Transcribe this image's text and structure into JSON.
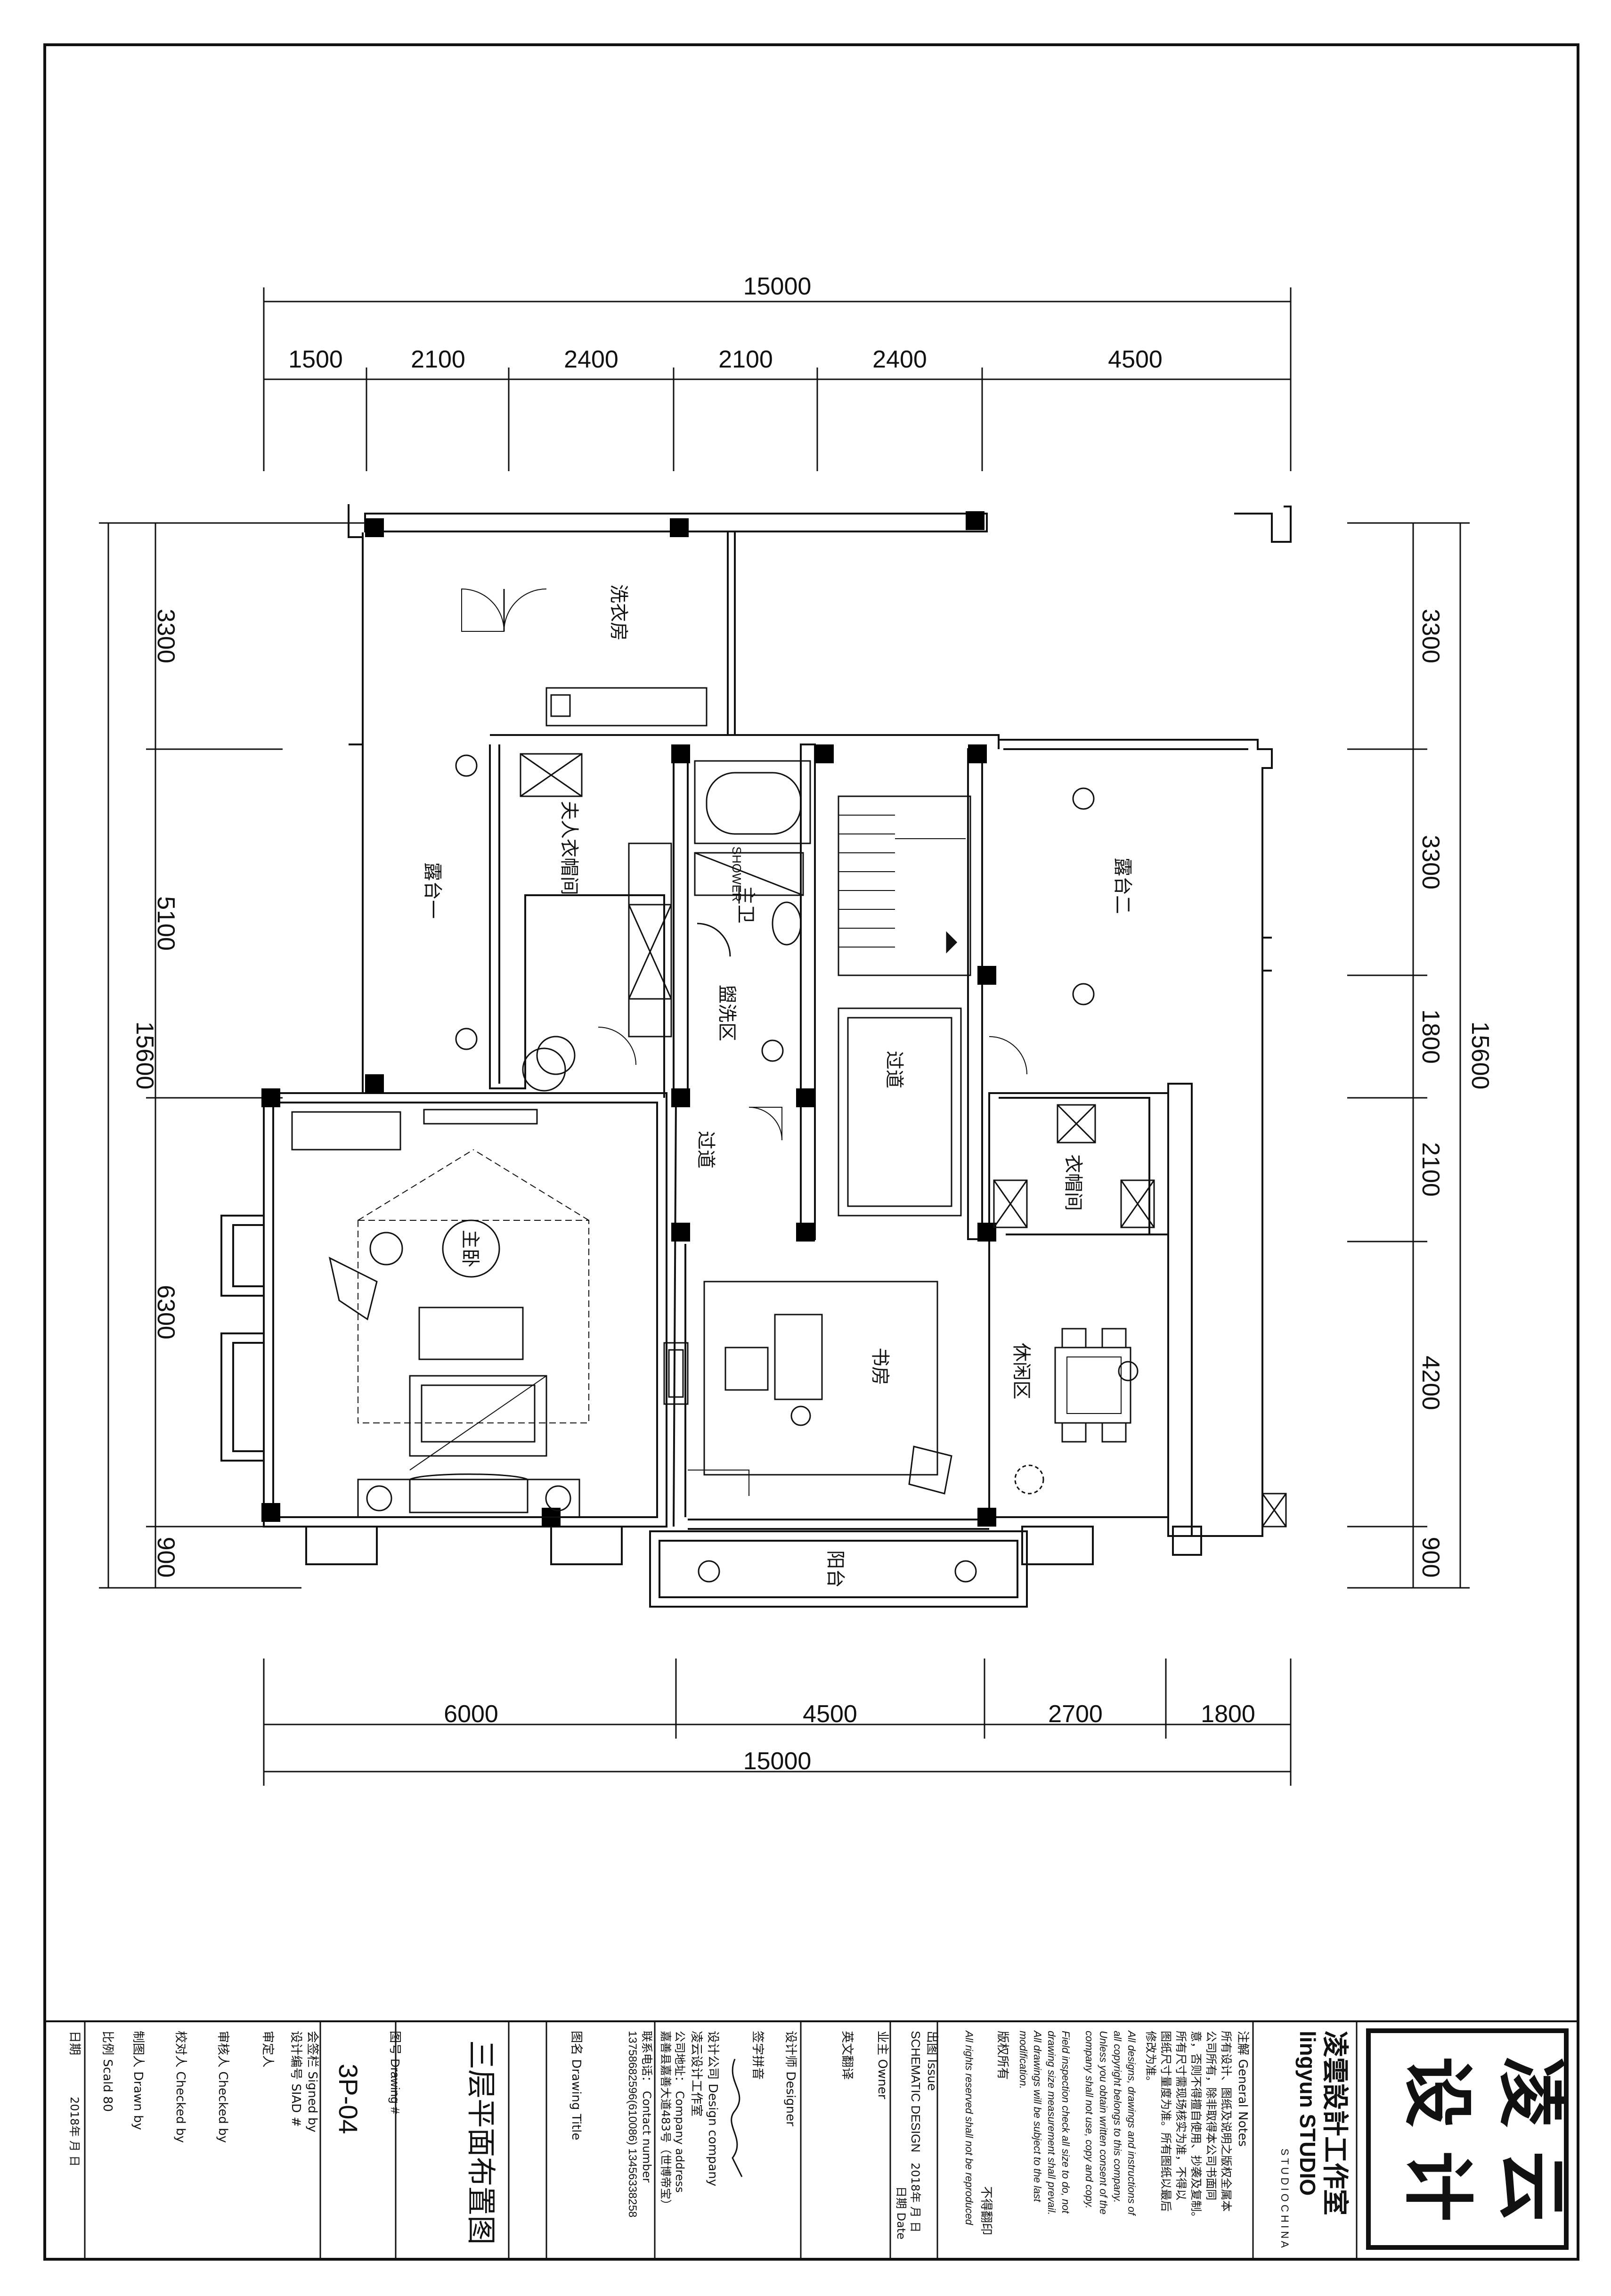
{
  "plan": {
    "dimensions": {
      "top_total": "15000",
      "top_segments": [
        "1500",
        "2100",
        "2400",
        "2100",
        "2400",
        "4500"
      ],
      "bottom_total": "15000",
      "bottom_segments": [
        "6000",
        "4500",
        "2700",
        "1800"
      ],
      "left_total": "15600",
      "left_segments": [
        "3300",
        "5100",
        "6300",
        "900"
      ],
      "right_total": "15600",
      "right_segments": [
        "3300",
        "3300",
        "1800",
        "2100",
        "4200",
        "900"
      ]
    },
    "rooms": {
      "laundry": "洗衣房",
      "terrace_1": "露台一",
      "terrace_2": "露台二",
      "wife_closet": "夫人衣帽间",
      "toilet": "主卫",
      "washroom": "盥洗区",
      "corridor_1": "过道",
      "corridor_2": "过道",
      "master_bedroom": "主卧",
      "study": "书房",
      "dressing": "衣帽间",
      "leisure": "休闲区",
      "balcony": "阳台",
      "shower": "SHOWER"
    }
  },
  "titleblock": {
    "logo_chars": [
      "凌",
      "云",
      "设",
      "计"
    ],
    "company_cn": "凌雲設計工作室",
    "company_en": "lingyun  STUDIO",
    "company_en_sub": "S T U D I O   C H I N A",
    "general_notes_title": "注解  General Notes",
    "notes_cn": [
      "所有设计、图纸及说明之版权全属本",
      "公司所有，除非取得本公司书面同",
      "意，否则不得擅自使用、抄袭及复制。",
      "所有尺寸需现场核实为准，不得以",
      "图纸尺寸量度为准。所有图纸以最后",
      "修改为准。"
    ],
    "notes_en": [
      "All designs, drawings and instructions of",
      "all copyright belongs to this company.",
      "Unless you obtain written consent of the",
      "company shall not use, copy and copy."
    ],
    "field_notes": [
      "Field inspection check all size to do, not",
      "drawing size measurement shall prevail.",
      "All drawings will be subject to the last",
      "modification."
    ],
    "copyright_title": "版权所有",
    "copyright_warning": "不得翻印",
    "copyright_en": "All rights reserved shall not be reproduced",
    "issue_label": "出图  Issue",
    "issue_value": "SCHEMATIC DESIGN",
    "date_label": "日期 Date",
    "date_value": "2018年     月     日",
    "owner_label": "业主  Owner",
    "translation_label": "英文翻译",
    "designer_label": "设计师  Designer",
    "signature_label": "签字拼音",
    "design_company_label": "设计公司  Design company",
    "design_company_value": "凌云设计工作室",
    "address_label": "公司地址： Company address",
    "address_value": "嘉善县嘉善大道483号（世博帝宝）",
    "contact_label": "联系电话： Contact number",
    "contact_value": "13758682596(610086)   13456338258",
    "drawing_title_label": "图名  Drawing Title",
    "drawing_title": "三层平面布置图",
    "drawing_no_label": "图号  Drawing #",
    "drawing_no": "3P-04",
    "signed_label": "会签栏     Signed by",
    "siad_label": "设计编号     SIAD #",
    "approved_label": "审定人",
    "checked_label_1": "审核人     Checked by",
    "checked_label_2": "校对人     Checked by",
    "drawn_label": "制图人     Drawn by",
    "scale_label": "比例  Scald 80",
    "date_bottom_label": "日期",
    "date_bottom_value": "2018年     月     日"
  }
}
